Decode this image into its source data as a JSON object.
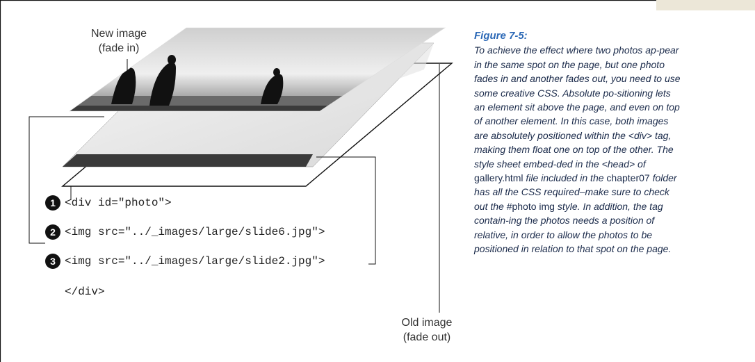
{
  "labels": {
    "new_image": "New image\n(fade in)",
    "old_image": "Old image\n(fade out)"
  },
  "code_lines": [
    {
      "number": "1",
      "text": "<div id=\"photo\">"
    },
    {
      "number": "2",
      "text": "<img src=\"../_images/large/slide6.jpg\">"
    },
    {
      "number": "3",
      "text": "<img src=\"../_images/large/slide2.jpg\">"
    },
    {
      "number": "",
      "text": "</div>"
    }
  ],
  "caption": {
    "title": "Figure 7-5:",
    "parts": [
      {
        "text": "To achieve the effect where two photos ap-pear in the same spot on the page, but one photo fades in and another fades out, you need to use some creative CSS. Absolute po-sitioning lets an element sit above the page, and even on top of another element. In this case, both images are absolutely positioned within the <div> tag, making them float one on top of the other. The style sheet embed-ded in the <head> of ",
        "style": "italic"
      },
      {
        "text": "gallery.html",
        "style": "upright"
      },
      {
        "text": " file included in the ",
        "style": "italic"
      },
      {
        "text": "chapter07",
        "style": "upright"
      },
      {
        "text": " folder has all the CSS required–make sure to check out the ",
        "style": "italic"
      },
      {
        "text": "#photo img",
        "style": "upright"
      },
      {
        "text": " style. In addition, the tag contain-ing the photos needs a position of relative, in order to allow the photos to be positioned in relation to that spot on the page.",
        "style": "italic"
      }
    ]
  },
  "colors": {
    "caption_title": "#2b68b6",
    "caption_text": "#1a2a4a",
    "badge": "#111111",
    "tab": "#ece7d8"
  }
}
